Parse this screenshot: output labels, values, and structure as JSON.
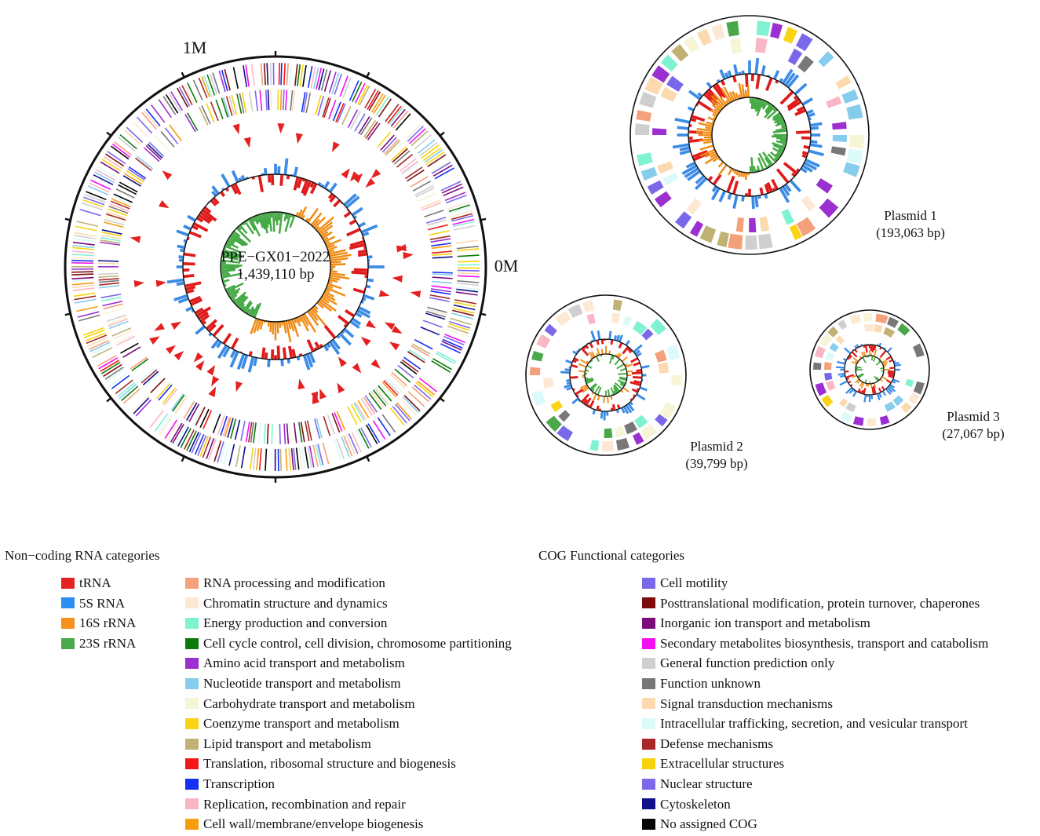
{
  "chromosome": {
    "name": "PPE−GX01−2022",
    "size_label": "1,439,110  bp",
    "scale_labels": {
      "top": "1M",
      "right": "0M"
    }
  },
  "plasmids": [
    {
      "name": "Plasmid 1",
      "size": "(193,063 bp)"
    },
    {
      "name": "Plasmid 2",
      "size": "(39,799 bp)"
    },
    {
      "name": "Plasmid 3",
      "size": "(27,067 bp)"
    }
  ],
  "track_colors": {
    "gc_skew_positive": "#f08c14",
    "gc_skew_negative": "#44aa44",
    "gc_content_positive": "#3b8be6",
    "gc_content_negative": "#e01b1b",
    "ncrna_marker": "#e52020"
  },
  "legend": {
    "ncrna_title": "Non−coding RNA categories",
    "ncrna": [
      {
        "label": "tRNA",
        "color": "#e42222"
      },
      {
        "label": "5S RNA",
        "color": "#2b8ef0"
      },
      {
        "label": "16S rRNA",
        "color": "#f7901e"
      },
      {
        "label": "23S rRNA",
        "color": "#4aa84a"
      }
    ],
    "cog_title": "COG Functional categories",
    "cog_left": [
      {
        "label": "RNA processing and modification",
        "color": "#f4a07a"
      },
      {
        "label": "Chromatin structure and dynamics",
        "color": "#fde8d4"
      },
      {
        "label": "Energy production and conversion",
        "color": "#7ff2d2"
      },
      {
        "label": "Cell cycle control, cell division, chromosome partitioning",
        "color": "#0b7a0b"
      },
      {
        "label": "Amino acid transport and metabolism",
        "color": "#9b2fcf"
      },
      {
        "label": "Nucleotide transport and metabolism",
        "color": "#86ccec"
      },
      {
        "label": "Carbohydrate transport and metabolism",
        "color": "#f6f5d6"
      },
      {
        "label": "Coenzyme transport and metabolism",
        "color": "#f8d414"
      },
      {
        "label": "Lipid transport and metabolism",
        "color": "#bfb274"
      },
      {
        "label": "Translation, ribosomal structure and biogenesis",
        "color": "#f21818"
      },
      {
        "label": "Transcription",
        "color": "#1530f2"
      },
      {
        "label": "Replication, recombination and repair",
        "color": "#f9b6c4"
      },
      {
        "label": "Cell wall/membrane/envelope biogenesis",
        "color": "#f89c10"
      }
    ],
    "cog_right": [
      {
        "label": "Cell motility",
        "color": "#7a68ea"
      },
      {
        "label": "Posttranslational modification, protein turnover, chaperones",
        "color": "#7d0d0d"
      },
      {
        "label": "Inorganic ion transport and metabolism",
        "color": "#7b0a7b"
      },
      {
        "label": "Secondary metabolites biosynthesis, transport and catabolism",
        "color": "#f20ff2"
      },
      {
        "label": "General function prediction only",
        "color": "#cfcfcf"
      },
      {
        "label": "Function unknown",
        "color": "#787878"
      },
      {
        "label": "Signal transduction mechanisms",
        "color": "#fcd9ae"
      },
      {
        "label": "Intracellular trafficking, secretion, and vesicular transport",
        "color": "#dcfafa"
      },
      {
        "label": "Defense mechanisms",
        "color": "#a82828"
      },
      {
        "label": "Extracellular structures",
        "color": "#f8d20a"
      },
      {
        "label": "Nuclear structure",
        "color": "#7d68ec"
      },
      {
        "label": "Cytoskeleton",
        "color": "#10108a"
      },
      {
        "label": "No assigned COG",
        "color": "#050505"
      }
    ]
  }
}
